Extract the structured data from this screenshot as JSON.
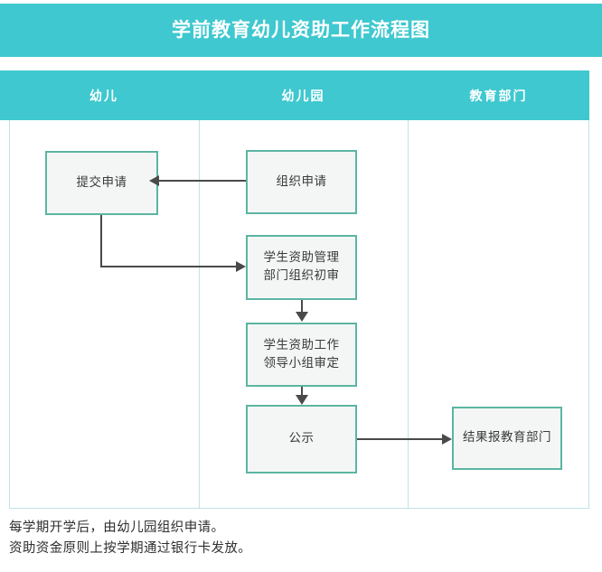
{
  "title": {
    "text": "学前教育幼儿资助工作流程图"
  },
  "colors": {
    "header_band": "#3fc8d0",
    "node_border": "#5cb5a2",
    "node_fill": "#f4f6f5",
    "lane_divider": "#bfe3e8",
    "connector": "#4a4a4a",
    "header_text": "#ffffff",
    "body_text": "#3a3a3a"
  },
  "lanes": [
    {
      "label": "幼儿"
    },
    {
      "label": "幼儿园"
    },
    {
      "label": "教育部门"
    }
  ],
  "nodes": [
    {
      "id": "submit",
      "lane": 0,
      "label": "提交申请"
    },
    {
      "id": "organize",
      "lane": 1,
      "label": "组织申请"
    },
    {
      "id": "review",
      "lane": 1,
      "label": "学生资助管理\n部门组织初审"
    },
    {
      "id": "approve",
      "lane": 1,
      "label": "学生资助工作\n领导小组审定"
    },
    {
      "id": "publish",
      "lane": 1,
      "label": "公示"
    },
    {
      "id": "report",
      "lane": 2,
      "label": "结果报教育部门"
    }
  ],
  "edges": [
    {
      "from": "organize",
      "to": "submit",
      "direction": "left"
    },
    {
      "from": "submit",
      "to": "review",
      "direction": "right"
    },
    {
      "from": "review",
      "to": "approve",
      "direction": "down"
    },
    {
      "from": "approve",
      "to": "publish",
      "direction": "down"
    },
    {
      "from": "publish",
      "to": "report",
      "direction": "right"
    }
  ],
  "footer": {
    "line1": "每学期开学后，由幼儿园组织申请。",
    "line2": "资助资金原则上按学期通过银行卡发放。"
  }
}
